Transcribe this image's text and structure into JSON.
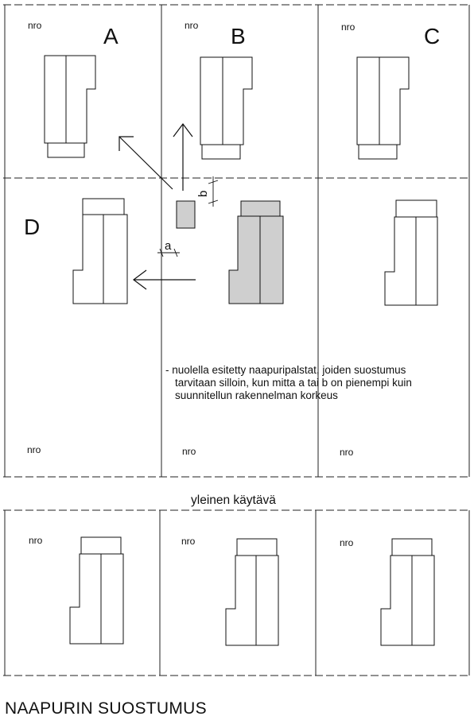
{
  "plots_top": {
    "A": {
      "number_label": "nro",
      "letter": "A"
    },
    "B": {
      "number_label": "nro",
      "letter": "B"
    },
    "C": {
      "number_label": "nro",
      "letter": "C"
    },
    "D": {
      "letter": "D"
    },
    "bottom_left": {
      "number_label": "nro"
    },
    "bottom_center": {
      "number_label": "nro"
    },
    "bottom_right": {
      "number_label": "nro"
    }
  },
  "dimensions": {
    "a": "a",
    "b": "b"
  },
  "note_lines": [
    "- nuolella esitetty naapuripalstat, joiden suostumus",
    "tarvitaan silloin, kun mitta a tai b on pienempi kuin",
    "suunnitellun rakennelman korkeus"
  ],
  "walkway_label": "yleinen käytävä",
  "plots_bottom": [
    {
      "number_label": "nro"
    },
    {
      "number_label": "nro"
    },
    {
      "number_label": "nro"
    }
  ],
  "section_title": "NAAPURIN SUOSTUMUS",
  "colors": {
    "highlight_fill": "#cfcfcf",
    "line": "#111111"
  }
}
